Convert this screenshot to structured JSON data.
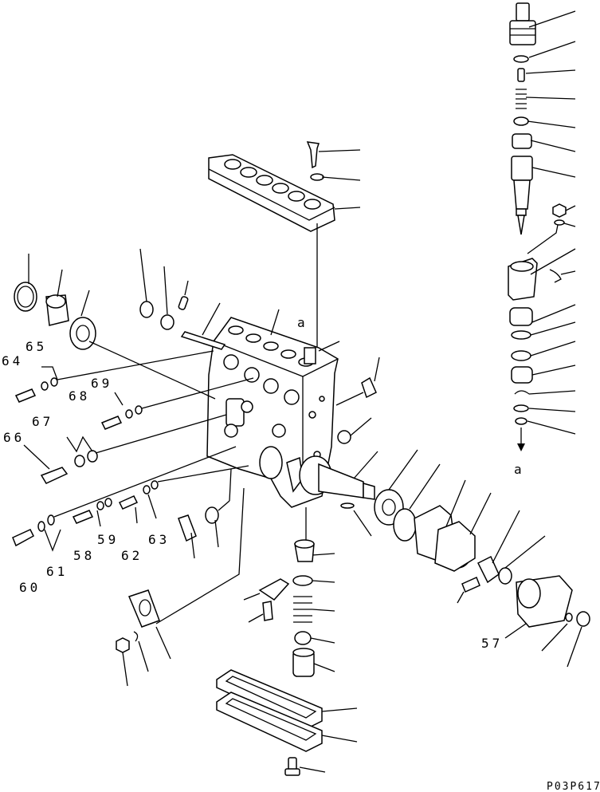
{
  "drawing_code": "P03P617",
  "reference_mark": "a",
  "callouts": [
    "57",
    "58",
    "59",
    "60",
    "61",
    "62",
    "63",
    "64",
    "65",
    "66",
    "67",
    "68",
    "69"
  ]
}
